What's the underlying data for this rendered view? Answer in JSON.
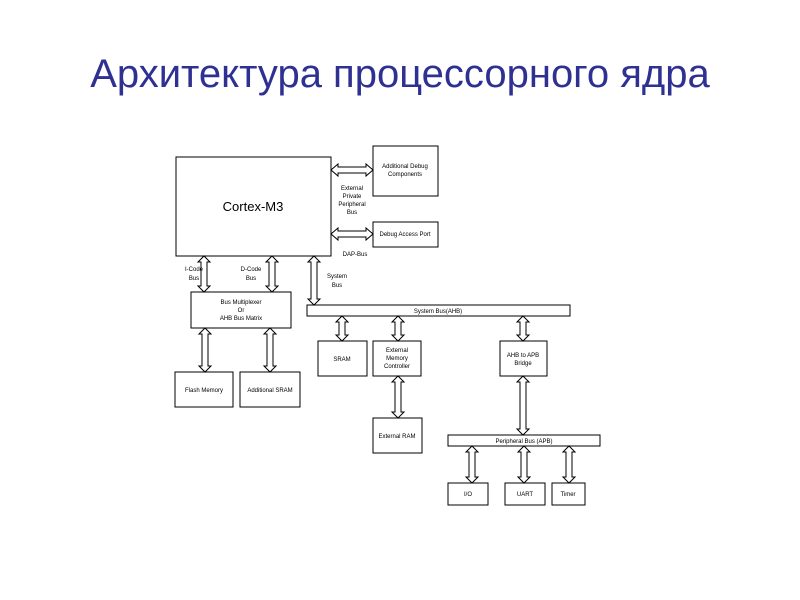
{
  "title": "Архитектура процессорного ядра",
  "diagram": {
    "cortex": "Cortex-M3",
    "debug_components": [
      "Additional Debug",
      "Components"
    ],
    "ppb_bus": [
      "External",
      "Private",
      "Peripheral",
      "Bus"
    ],
    "debug_port": "Debug Access Port",
    "dap_bus": "DAP-Bus",
    "icode_bus": [
      "I-Code",
      "Bus"
    ],
    "dcode_bus": [
      "D-Code",
      "Bus"
    ],
    "system_bus_label": [
      "System",
      "Bus"
    ],
    "bus_matrix": [
      "Bus Multiplexer",
      "Or",
      "AHB Bus Matrix"
    ],
    "ahb_bus": "System Bus(AHB)",
    "sram": "SRAM",
    "emc": [
      "External",
      "Memory",
      "Controller"
    ],
    "apb_bridge": [
      "AHB to APB",
      "Bridge"
    ],
    "flash": "Flash Memory",
    "add_sram": "Additional SRAM",
    "ext_ram": "External RAM",
    "apb_bus": "Peripheral Bus (APB)",
    "io": "I/O",
    "uart": "UART",
    "timer": "Timer"
  }
}
